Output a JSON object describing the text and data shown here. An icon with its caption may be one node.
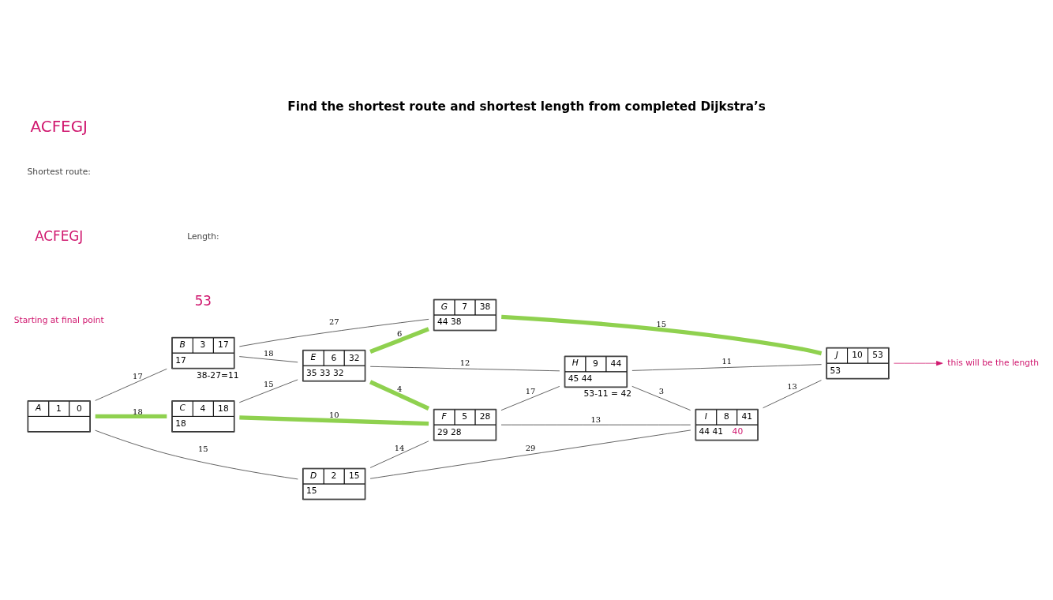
{
  "diagram": {
    "title": "Find the shortest route and shortest length from completed Dijkstra’s",
    "nodes": [
      {
        "text": [
          "A",
          "1",
          "0"
        ]
      },
      {
        "text": [
          "B",
          "3",
          "17",
          "17"
        ],
        "beside": [
          "38-27=11"
        ]
      },
      {
        "text": [
          "C",
          "4",
          "18",
          "18"
        ]
      },
      {
        "text": [
          "D",
          "2",
          "15",
          "15"
        ]
      },
      {
        "text": [
          "E",
          "6",
          "32",
          "35 33 32"
        ]
      },
      {
        "text": [
          "F",
          "5",
          "28",
          "29 28"
        ]
      },
      {
        "text": [
          "G",
          "7",
          "38",
          "44 38"
        ]
      },
      {
        "text": [
          "H",
          "9",
          "44",
          "45 44"
        ],
        "beside": [
          "53-11 = 42"
        ]
      },
      {
        "text": [
          "I",
          "8",
          "41",
          "44 41",
          "40"
        ]
      },
      {
        "text": [
          "J",
          "10",
          "53",
          "53"
        ]
      },
      {
        "text": [
          "this will be the length"
        ]
      }
    ],
    "edges": [
      {
        "from": 0,
        "to": 1,
        "arrow": "none",
        "label": "17"
      },
      {
        "from": 0,
        "to": 2,
        "arrow": "none",
        "label": "18",
        "style": "thick",
        "color": "#8fd14f"
      },
      {
        "from": 0,
        "to": 3,
        "arrow": "none",
        "label": "15"
      },
      {
        "from": 1,
        "to": 6,
        "arrow": "none",
        "label": "27"
      },
      {
        "from": 1,
        "to": 4,
        "arrow": "none",
        "label": "18"
      },
      {
        "from": 2,
        "to": 4,
        "arrow": "none",
        "label": "15"
      },
      {
        "from": 2,
        "to": 5,
        "arrow": "none",
        "label": "10",
        "style": "thick",
        "color": "#8fd14f"
      },
      {
        "from": 3,
        "to": 5,
        "arrow": "none",
        "label": "14"
      },
      {
        "from": 3,
        "to": 8,
        "arrow": "none",
        "label": "29"
      },
      {
        "from": 4,
        "to": 5,
        "arrow": "none",
        "label": "4",
        "style": "thick",
        "color": "#8fd14f"
      },
      {
        "from": 4,
        "to": 6,
        "arrow": "none",
        "label": "6",
        "style": "thick",
        "color": "#8fd14f"
      },
      {
        "from": 4,
        "to": 7,
        "arrow": "none",
        "label": "12"
      },
      {
        "from": 5,
        "to": 7,
        "arrow": "none",
        "label": "17"
      },
      {
        "from": 5,
        "to": 8,
        "arrow": "none",
        "label": "13"
      },
      {
        "from": 6,
        "to": 9,
        "arrow": "none",
        "label": "15",
        "style": "thick",
        "color": "#8fd14f"
      },
      {
        "from": 7,
        "to": 9,
        "arrow": "none",
        "label": "11"
      },
      {
        "from": 7,
        "to": 8,
        "arrow": "none",
        "label": "3"
      },
      {
        "from": 8,
        "to": 9,
        "arrow": "none",
        "label": "13"
      },
      {
        "from": 9,
        "to": 10,
        "arrow": "to",
        "color": "#d0186f"
      }
    ],
    "labels": [
      "Starting at final point",
      "Shortest route:",
      "ACFEGJ",
      "Length:",
      "53",
      "ACFEGJ"
    ]
  }
}
